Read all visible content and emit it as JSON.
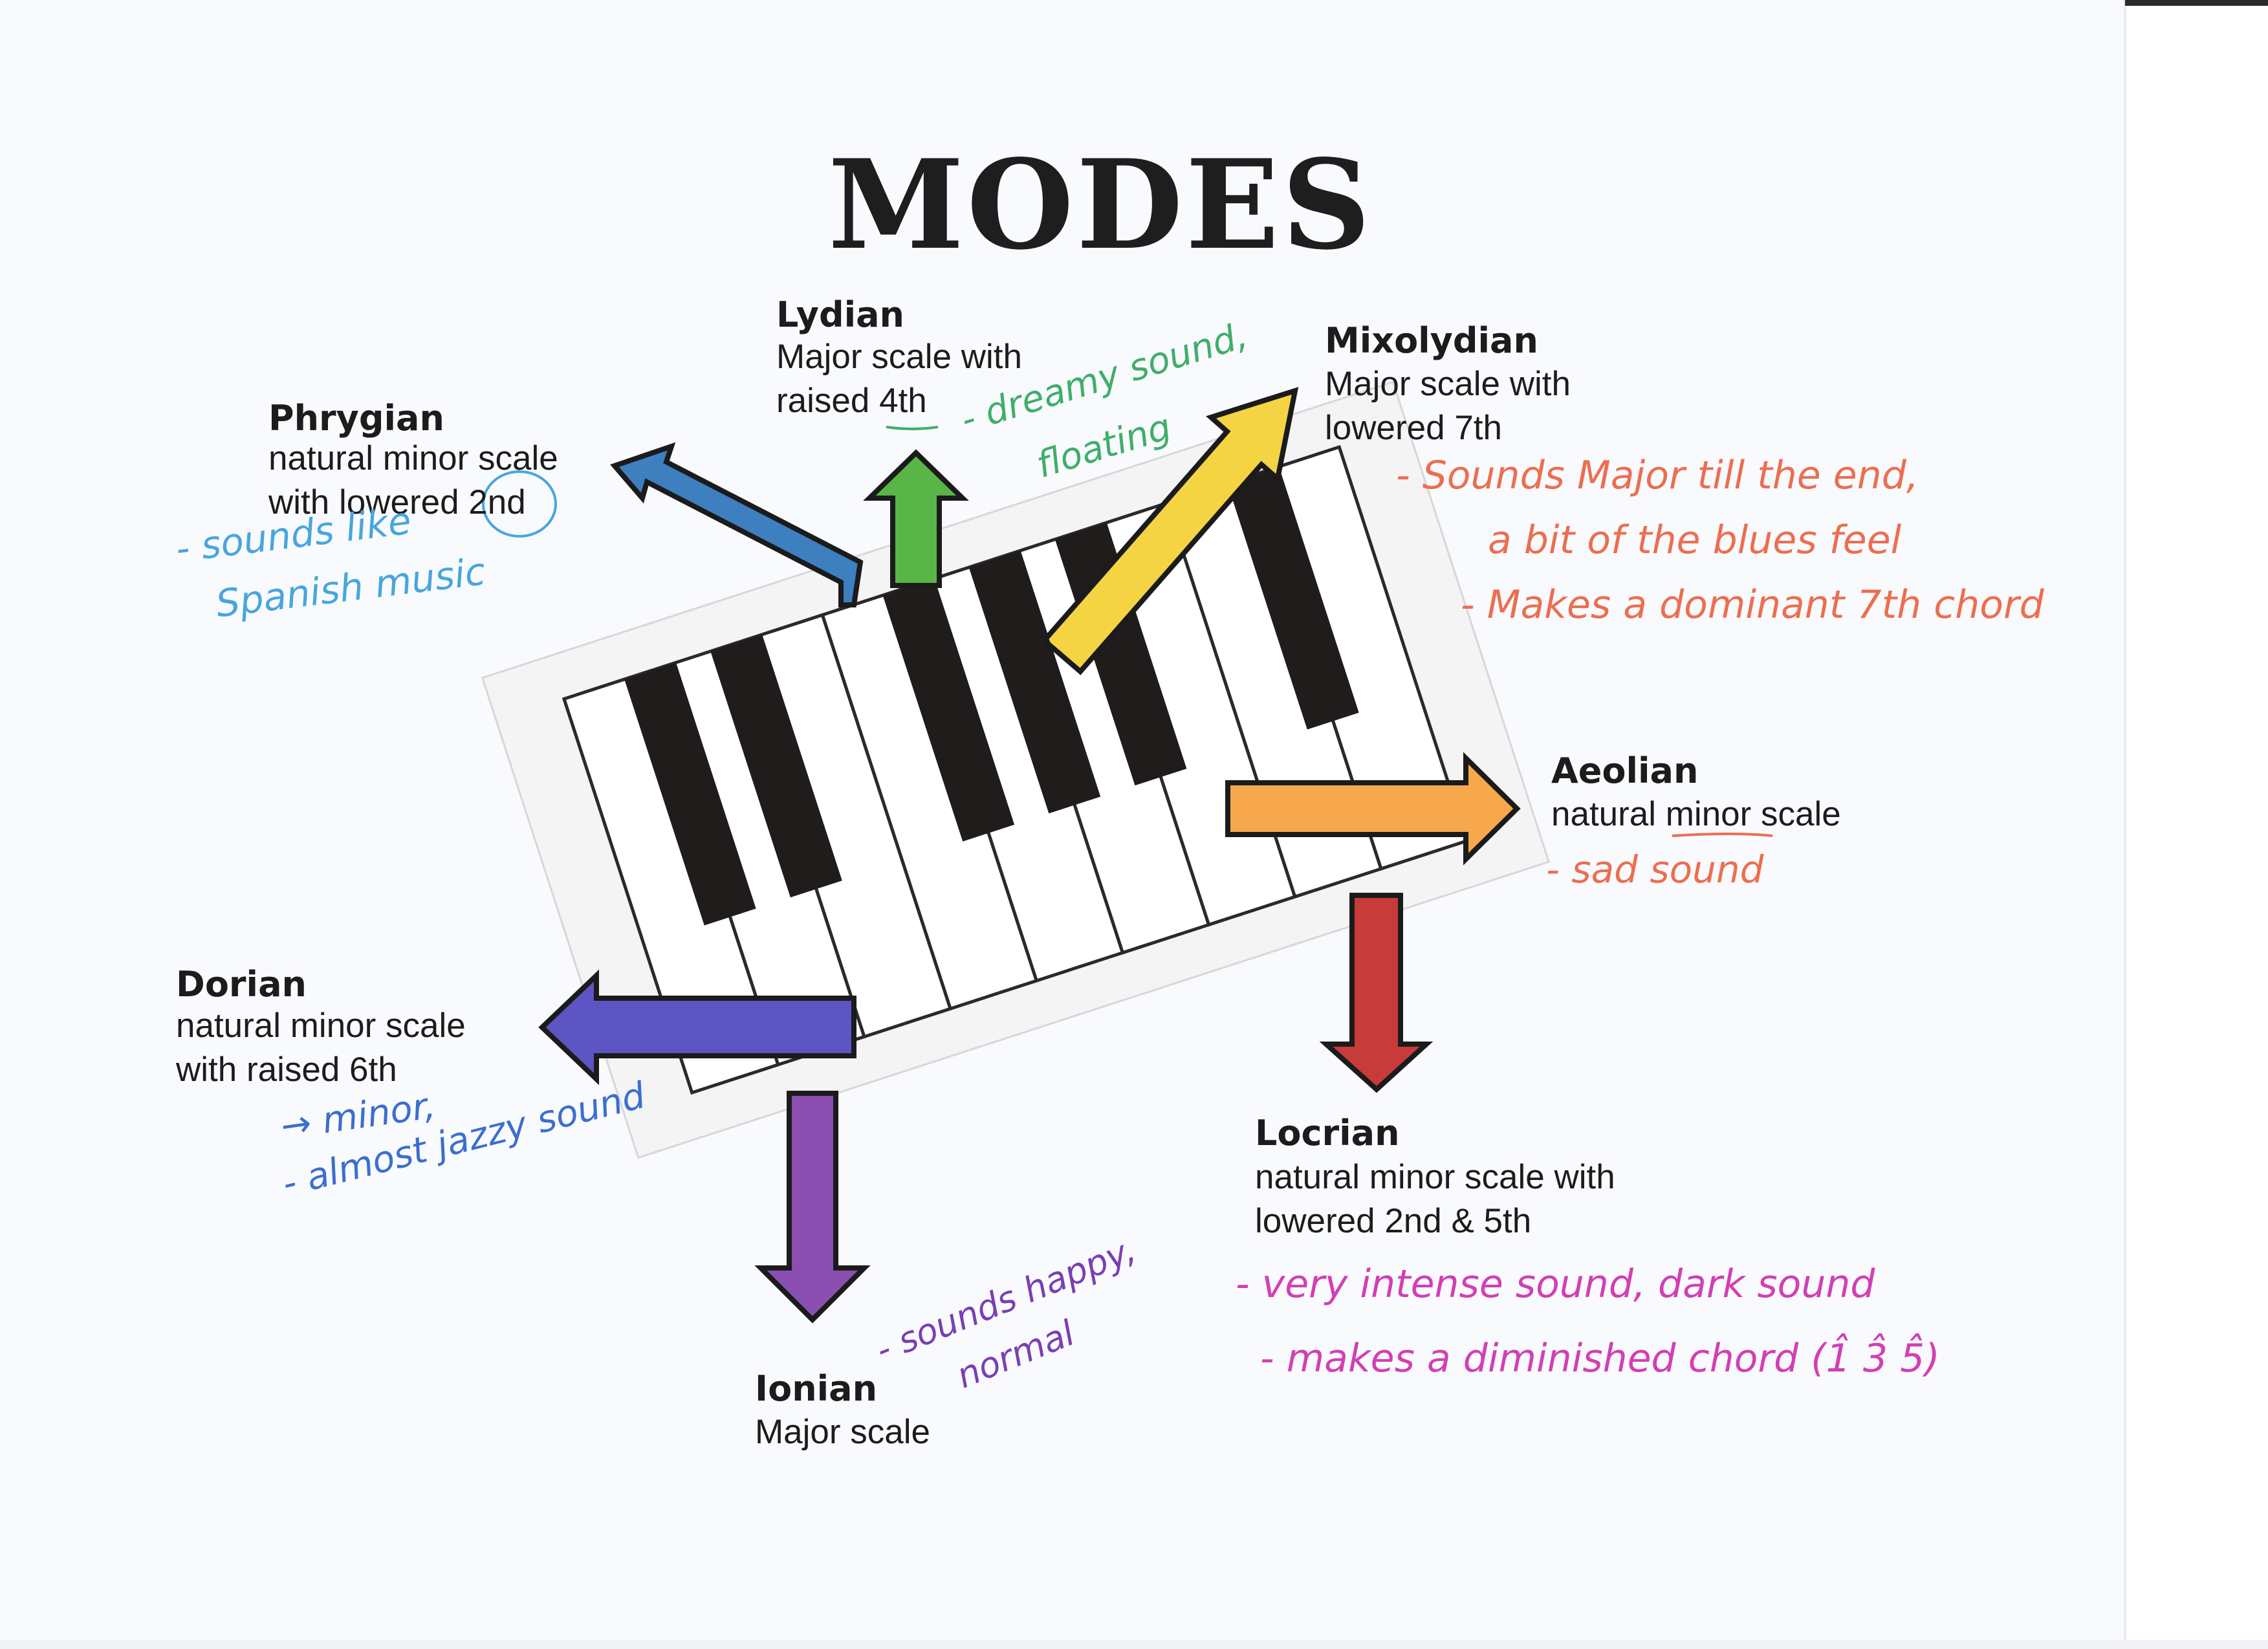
{
  "title": "MODES",
  "colors": {
    "ionian": "#8a4fb0",
    "dorian": "#5d55c3",
    "phrygian": "#3e7fc0",
    "lydian": "#59b548",
    "mixolydian": "#f5d443",
    "aeolian": "#f7a84c",
    "locrian": "#c83b3b",
    "note_blue": "#48a6dd",
    "note_green": "#3fae6a",
    "note_orange": "#ec6e50",
    "note_purple": "#7a3fb3",
    "note_navy": "#3b6fcf",
    "note_magenta": "#d23fb4"
  },
  "modes": {
    "phrygian": {
      "name": "Phrygian",
      "line1": "natural minor scale",
      "line2": "with lowered 2nd",
      "notes": [
        "- sounds like",
        "Spanish music"
      ]
    },
    "lydian": {
      "name": "Lydian",
      "line1": "Major scale with",
      "line2": "raised 4th",
      "notes": [
        "- dreamy sound,",
        "floating"
      ]
    },
    "mixolydian": {
      "name": "Mixolydian",
      "line1": "Major scale with",
      "line2": "lowered 7th",
      "notes": [
        "- Sounds Major till the end,",
        "a bit of the blues feel",
        "- Makes a dominant 7th chord"
      ]
    },
    "aeolian": {
      "name": "Aeolian",
      "line1": "natural minor scale",
      "notes": [
        "- sad sound"
      ]
    },
    "dorian": {
      "name": "Dorian",
      "line1": "natural minor scale",
      "line2": "with raised 6th",
      "notes": [
        "→ minor,",
        "- almost jazzy sound"
      ]
    },
    "ionian": {
      "name": "Ionian",
      "line1": "Major scale",
      "notes": [
        "- sounds happy,",
        "normal"
      ]
    },
    "locrian": {
      "name": "Locrian",
      "line1": "natural minor scale with",
      "line2": "lowered 2nd & 5th",
      "notes": [
        "- very intense sound, dark sound",
        "- makes a diminished chord (1̂ 3̂ 5̂)"
      ]
    }
  }
}
